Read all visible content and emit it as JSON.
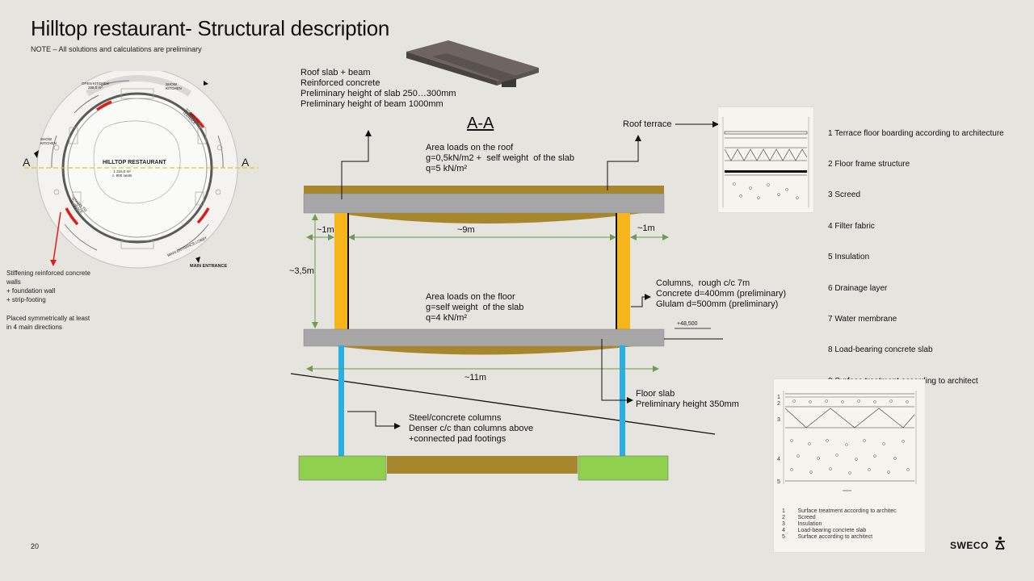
{
  "header": {
    "title": "Hilltop restaurant- Structural description",
    "note": "NOTE – All solutions and calculations are preliminary"
  },
  "plan": {
    "restaurant_name": "HILLTOP RESTAURANT",
    "restaurant_area": "1 215,0 m²\nc. 900 seats",
    "open_kitchen": "OPEN KITCHEN\n265,0 m²",
    "show_kitchen_left": "SHOW\nKITCHEN",
    "show_kitchen_right": "SHOW\nKITCHEN",
    "stairs_to_terrace_1": "STAIRS TO\nTERRACE",
    "stairs_to_terrace_2": "STAIRS TO\nTERRACE",
    "main_entrance": "MAIN ENTRANCE",
    "main_entrance_lobby": "MAIN ENTRANCE LOBBY",
    "section_mark_left": "A",
    "section_mark_right": "A",
    "stiffening_note": "Stiffening reinforced concrete\nwalls\n+ foundation wall\n+ strip-footing",
    "placement_note": "Placed symmetrically at least\nin 4 main directions"
  },
  "section": {
    "heading": "A-A",
    "roof_slab_text": "Roof slab + beam\nReinforced concrete\nPreliminary height of slab 250…300mm\nPreliminary height of beam 1000mm",
    "roof_terrace": "Roof terrace",
    "roof_loads": "Area loads on the roof\ng=0,5kN/m2 +  self weight  of the slab\nq=5 kN/m²",
    "floor_loads": "Area loads on the floor\ng=self weight  of the slab\nq=4 kN/m²",
    "columns_text": "Columns,  rough c/c 7m\nConcrete d=400mm (preliminary)\nGlulam d=500mm (preliminary)",
    "level_mark": "+48,500",
    "dim_left": "~1m",
    "dim_span": "~9m",
    "dim_right": "~1m",
    "dim_height": "~3,5m",
    "dim_floor": "~11m",
    "floor_slab_text": "Floor slab\nPreliminary height 350mm",
    "steel_columns_text": "Steel/concrete columns\nDenser c/c than columns above\n+connected pad footings"
  },
  "roof_legend": {
    "items": [
      "1 Terrace floor boarding according to architecture",
      "2 Floor frame structure",
      "3 Screed",
      "4 Filter fabric",
      "5 Insulation",
      "6 Drainage layer",
      "7 Water membrane",
      "8 Load-bearing concrete slab",
      "9 Surface treatment according to architect"
    ]
  },
  "floor_legend": {
    "items": [
      "1        Surface treatment according to architec",
      "2        Screed",
      "3        Insulation",
      "4        Load-bearing concrete slab",
      "5        Surface according to architect"
    ],
    "layer_numbers": [
      "1",
      "2",
      "3",
      "4",
      "5"
    ]
  },
  "footer": {
    "page_number": "20",
    "logo": "SWECO"
  },
  "colors": {
    "background": "#e6e4df",
    "slab_brown": "#a8862e",
    "slab_grey": "#a7a7a7",
    "column_yellow": "#f5b51b",
    "column_blue": "#29aee6",
    "footing_green": "#8fd14f",
    "dim_green": "#6e9a52",
    "red": "#e01b1b"
  }
}
